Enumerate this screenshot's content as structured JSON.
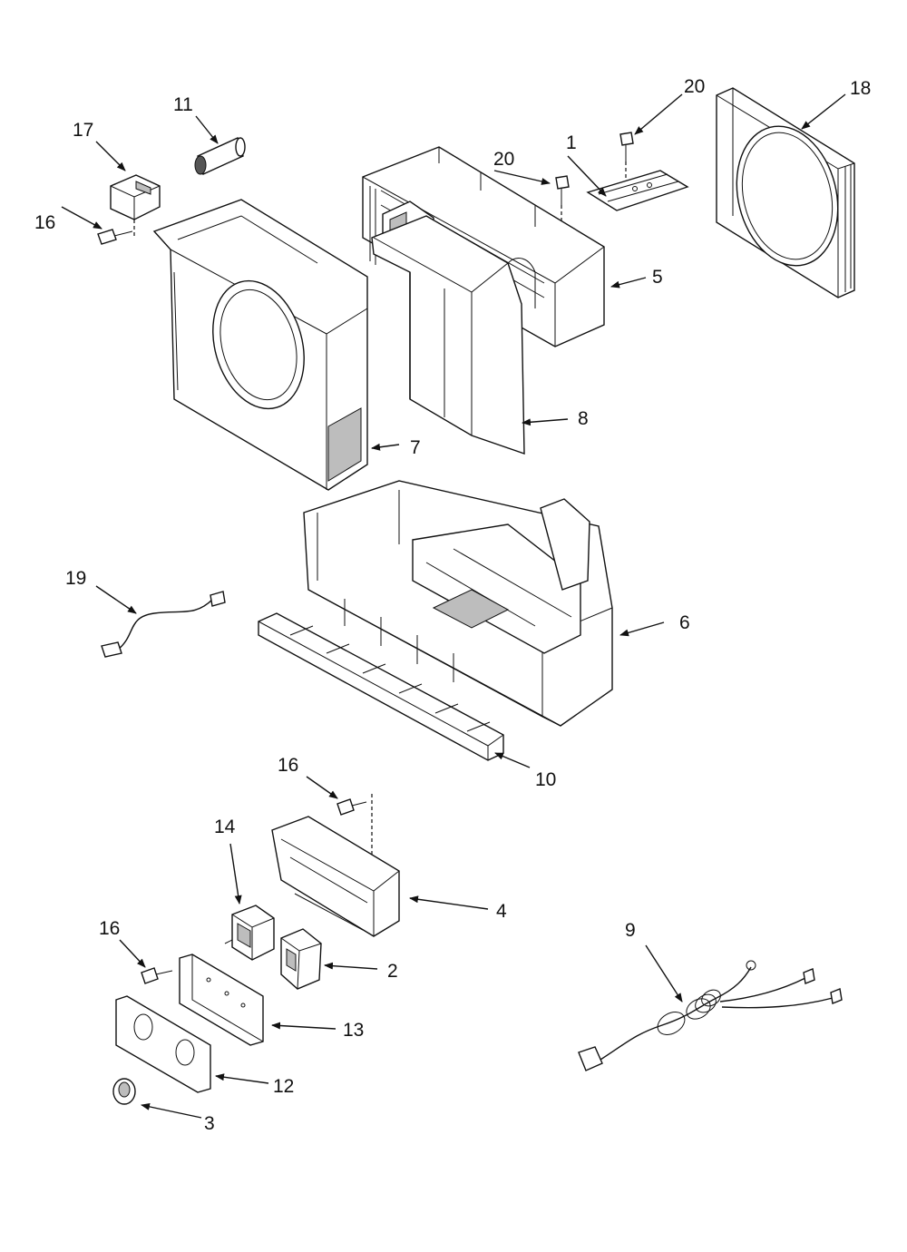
{
  "labels": {
    "l1": "1",
    "l2": "2",
    "l3": "3",
    "l4": "4",
    "l5": "5",
    "l6": "6",
    "l7": "7",
    "l8": "8",
    "l9": "9",
    "l10": "10",
    "l11": "11",
    "l12": "12",
    "l13": "13",
    "l14": "14",
    "l16a": "16",
    "l16b": "16",
    "l16c": "16",
    "l17": "17",
    "l18": "18",
    "l19": "19",
    "l20a": "20",
    "l20b": "20"
  }
}
